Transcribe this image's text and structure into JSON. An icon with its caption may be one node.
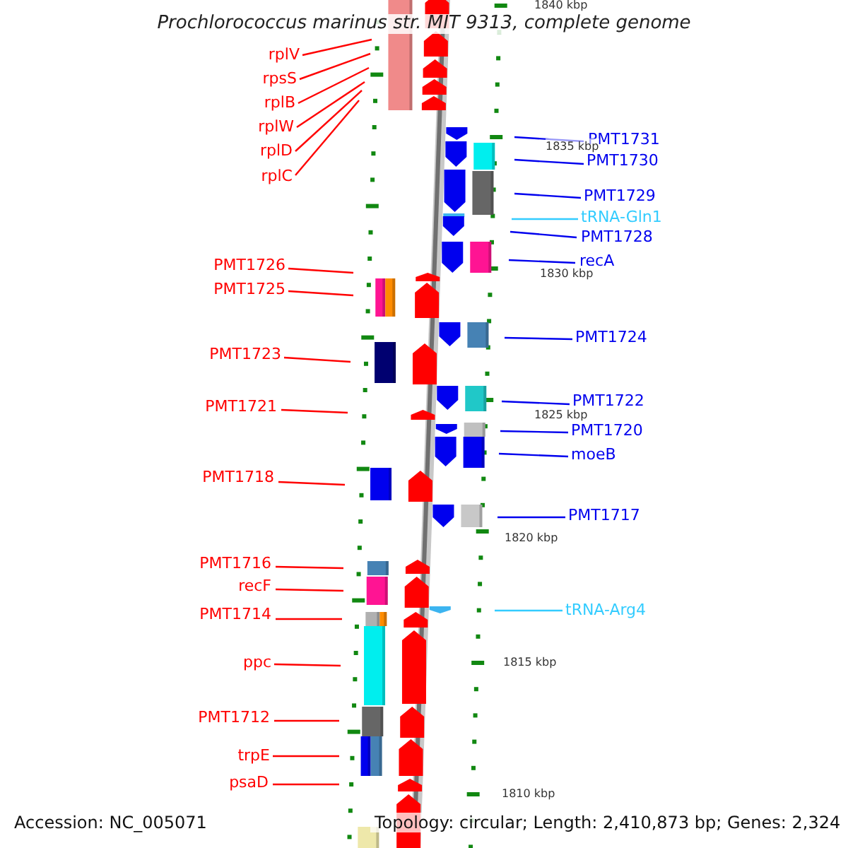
{
  "diagram": {
    "title": "Prochlorococcus marinus str. MIT 9313, complete genome",
    "nodes": [
      {
        "text": [
          "rplV"
        ]
      },
      {
        "text": [
          "rpsS"
        ]
      },
      {
        "text": [
          "rplB"
        ]
      },
      {
        "text": [
          "rplW"
        ]
      },
      {
        "text": [
          "rplD"
        ]
      },
      {
        "text": [
          "rplC"
        ]
      },
      {
        "text": [
          "PMT1726"
        ]
      },
      {
        "text": [
          "PMT1725"
        ]
      },
      {
        "text": [
          "PMT1723"
        ]
      },
      {
        "text": [
          "PMT1721"
        ]
      },
      {
        "text": [
          "PMT1718"
        ]
      },
      {
        "text": [
          "PMT1716"
        ]
      },
      {
        "text": [
          "recF"
        ]
      },
      {
        "text": [
          "PMT1714"
        ]
      },
      {
        "text": [
          "ppc"
        ]
      },
      {
        "text": [
          "PMT1712"
        ]
      },
      {
        "text": [
          "trpE"
        ]
      },
      {
        "text": [
          "psaD"
        ]
      },
      {
        "text": [
          "PMT1731"
        ]
      },
      {
        "text": [
          "PMT1730"
        ]
      },
      {
        "text": [
          "PMT1729"
        ]
      },
      {
        "text": [
          "tRNA-Gln1"
        ]
      },
      {
        "text": [
          "PMT1728"
        ]
      },
      {
        "text": [
          "recA"
        ]
      },
      {
        "text": [
          "PMT1724"
        ]
      },
      {
        "text": [
          "PMT1722"
        ]
      },
      {
        "text": [
          "PMT1720"
        ]
      },
      {
        "text": [
          "moeB"
        ]
      },
      {
        "text": [
          "PMT1717"
        ]
      },
      {
        "text": [
          "tRNA-Arg4"
        ]
      }
    ],
    "edges": [
      {
        "from": 0,
        "to": null,
        "arrow": "none"
      },
      {
        "from": 1,
        "to": null,
        "arrow": "none"
      },
      {
        "from": 2,
        "to": null,
        "arrow": "none"
      },
      {
        "from": 3,
        "to": null,
        "arrow": "none"
      },
      {
        "from": 4,
        "to": null,
        "arrow": "none"
      },
      {
        "from": 5,
        "to": null,
        "arrow": "none"
      },
      {
        "from": 6,
        "to": null,
        "arrow": "none"
      },
      {
        "from": 7,
        "to": null,
        "arrow": "none"
      },
      {
        "from": 8,
        "to": null,
        "arrow": "none"
      },
      {
        "from": 9,
        "to": null,
        "arrow": "none"
      },
      {
        "from": 10,
        "to": null,
        "arrow": "none"
      },
      {
        "from": 11,
        "to": null,
        "arrow": "none"
      },
      {
        "from": 12,
        "to": null,
        "arrow": "none"
      },
      {
        "from": 13,
        "to": null,
        "arrow": "none"
      },
      {
        "from": 14,
        "to": null,
        "arrow": "none"
      },
      {
        "from": 15,
        "to": null,
        "arrow": "none"
      },
      {
        "from": 16,
        "to": null,
        "arrow": "none"
      },
      {
        "from": 17,
        "to": null,
        "arrow": "none"
      },
      {
        "from": 18,
        "to": null,
        "arrow": "none",
        "color": "#0000ee"
      },
      {
        "from": 19,
        "to": null,
        "arrow": "none",
        "color": "#0000ee"
      },
      {
        "from": 20,
        "to": null,
        "arrow": "none",
        "color": "#0000ee"
      },
      {
        "from": 21,
        "to": null,
        "arrow": "none",
        "color": "#33ccff"
      },
      {
        "from": 22,
        "to": null,
        "arrow": "none",
        "color": "#0000ee"
      },
      {
        "from": 23,
        "to": null,
        "arrow": "none",
        "color": "#0000ee"
      },
      {
        "from": 24,
        "to": null,
        "arrow": "none",
        "color": "#0000ee"
      },
      {
        "from": 25,
        "to": null,
        "arrow": "none",
        "color": "#0000ee"
      },
      {
        "from": 26,
        "to": null,
        "arrow": "none",
        "color": "#0000ee"
      },
      {
        "from": 27,
        "to": null,
        "arrow": "none",
        "color": "#0000ee"
      },
      {
        "from": 28,
        "to": null,
        "arrow": "none",
        "color": "#0000ee"
      },
      {
        "from": 29,
        "to": null,
        "arrow": "none",
        "color": "#33ccff"
      }
    ],
    "labels": [
      "1840 kbp",
      "1835 kbp",
      "1830 kbp",
      "1825 kbp",
      "1820 kbp",
      "1815 kbp",
      "1810 kbp",
      "Accession: NC_005071",
      "Topology: circular; Length: 2,410,873 bp; Genes: 2,324"
    ]
  }
}
